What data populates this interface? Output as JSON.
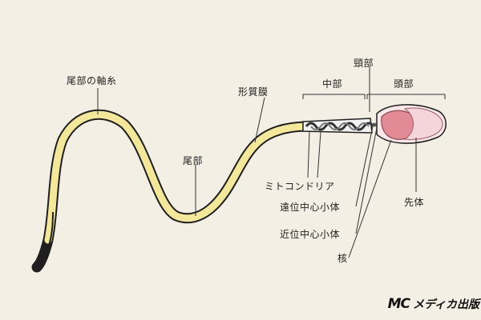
{
  "labels": {
    "axial_filament": "尾部の軸糸",
    "plasma_membrane": "形質膜",
    "tail": "尾部",
    "mitochondria": "ミトコンドリア",
    "neck": "頸部",
    "midpiece": "中部",
    "head": "頭部",
    "acrosome": "先体",
    "distal_centriole": "遠位中心小体",
    "proximal_centriole": "近位中心小体",
    "nucleus": "核"
  },
  "logo": {
    "mark": "MC",
    "text": "メディカ出版"
  },
  "colors": {
    "background": "#f4efe4",
    "tail_fill": "#f2e79a",
    "outline": "#1f1f1f",
    "nucleus": "#e38a97",
    "acrosome": "#f6d5da"
  }
}
